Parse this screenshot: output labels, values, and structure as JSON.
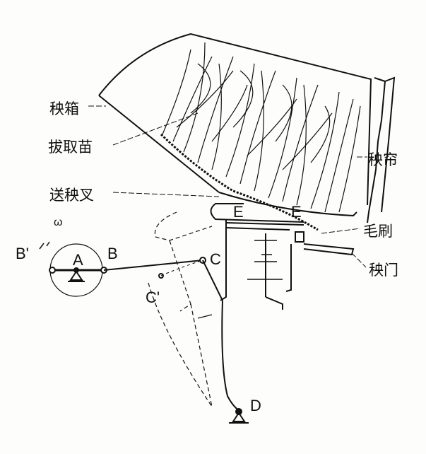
{
  "labels": {
    "seedling_box": "秧箱",
    "picked_seedlings": "拔取苗",
    "seedling_fork": "送秧叉",
    "seedling_curtain": "秧帘",
    "brush": "毛刷",
    "seedling_gate": "秧门"
  },
  "points": {
    "b_prime": "B'",
    "omega": "ω",
    "a": "A",
    "b": "B",
    "c": "C",
    "c_prime": "C'",
    "e1": "E",
    "e2": "E",
    "d": "D"
  },
  "colors": {
    "ink": "#111111",
    "paper": "#fdfdfb"
  }
}
